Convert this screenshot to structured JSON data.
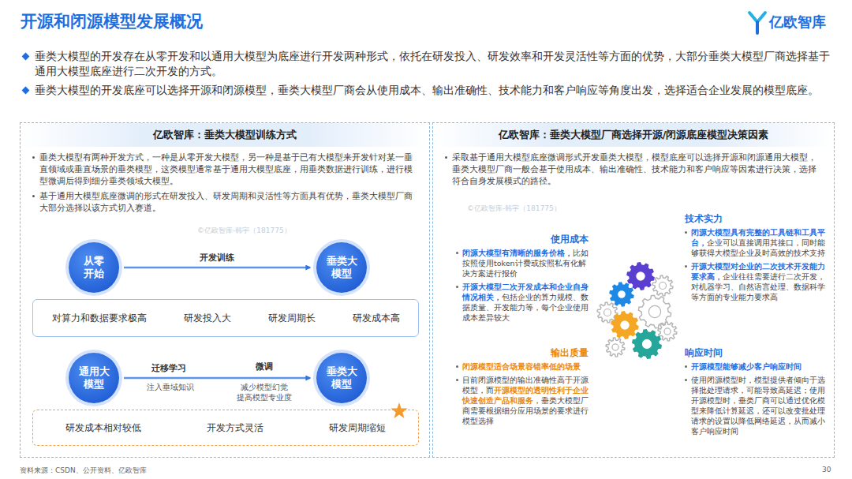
{
  "diagram": {
    "title": "开源和闭源模型发展概况",
    "nodes": [
      {
        "text": [
          "亿欧智库：垂类大模型训练方式",
          "垂类大模型有两种开发方式，一种是从零开发大模型，另一种是基于已有大模型来开发针对某一垂直领域或垂直场景的垂类模型，这类模型通常基于通用大模型底座，用垂类数据进行训练，进行模型微调后得到细分垂类领域大模型。",
          "基于通用大模型底座微调的形式在研发投入、研发周期和灵活性等方面具有优势，垂类大模型厂商大部分选择以该方式切入赛道。"
        ]
      },
      {
        "text": [
          "从零开始"
        ],
        "in": 0
      },
      {
        "text": [
          "垂类大模型"
        ],
        "in": 0
      },
      {
        "text": [
          "对算力和数据要求极高",
          "研发投入大",
          "研发周期长",
          "研发成本高"
        ],
        "in": 0
      },
      {
        "text": [
          "通用大模型"
        ],
        "in": 0
      },
      {
        "text": [
          "垂类大模型"
        ],
        "in": 0
      },
      {
        "text": [
          "研发成本相对较低",
          "开发方式灵活",
          "研发周期缩短"
        ],
        "in": 0
      },
      {
        "text": [
          "亿欧智库：垂类大模型厂商选择开源/闭源底座模型决策因素",
          "采取基于通用大模型底座微调形式开发垂类大模型，模型底座可以选择开源和闭源通用大模型，垂类大模型厂商一般会基于使用成本、输出准确性、技术能力和客户响应等因素进行决策，选择符合自身发展模式的路径。"
        ]
      }
    ],
    "edges": [
      {
        "from": 1,
        "to": 2,
        "label": "开发训练",
        "arrow": "to"
      },
      {
        "from": 4,
        "to": 5,
        "label": "迁移学习",
        "arrow": "to"
      }
    ],
    "labels": [
      "亿欧智库",
      "垂类大模型的开发存在从零开发和以通用大模型为底座进行开发两种形式，依托在研发投入、研发效率和开发灵活性等方面的优势，大部分垂类大模型厂商选择基于通用大模型底座进行二次开发的方式。",
      "垂类大模型的开发底座可以选择开源和闭源模型，垂类大模型厂商会从使用成本、输出准确性、技术能力和客户响应等角度出发，选择适合企业发展的模型底座。",
      "注入垂域知识",
      "微调",
      "减少模型幻觉 提高模型专业度",
      "使用成本",
      "闭源大模型有清晰的服务价格，",
      "比如按照使用token计费或按照私有化解决方案进行报价",
      "开源大模型二次开发成本和企业自身情况相关，",
      "包括企业的算力规模、数据质量、开发能力等，每个企业使用成本差异较大",
      "输出质量",
      "闭源模型适合场景容错率低的场景",
      "目前闭源模型的输出准确性高于开源模型，而",
      "开源模型的透明性利于企业快速创造产品和服务",
      "，垂类大模型厂商需要根据细分应用场景的要求进行模型选择",
      "技术实力",
      "闭源大模型具有完整的工具链和工具平台，",
      "企业可以直接调用其接口，同时能够获得大模型企业及时高效的技术支持",
      "开源大模型对企业的二次技术开发能力要求高，",
      "企业往往需要进行二次开发，对机器学习、自然语言处理、数据科学等方面的专业能力要求高",
      "响应时间",
      "开源模型能够减少客户响应时间",
      "使用闭源模型时，模型提供者倾向于选择批处理请求，可能导致高延迟；使用开源模型时，垂类厂商可以通过优化模型来降低计算延迟，还可以改变批处理请求的设置以降低网络延迟，从而减小客户响应时间",
      "资料来源：CSDN、公开资料、亿欧智库",
      "30",
      "©亿欧智库-韩宇（181775）",
      "©亿欧智库-韩宇（181775）"
    ]
  }
}
